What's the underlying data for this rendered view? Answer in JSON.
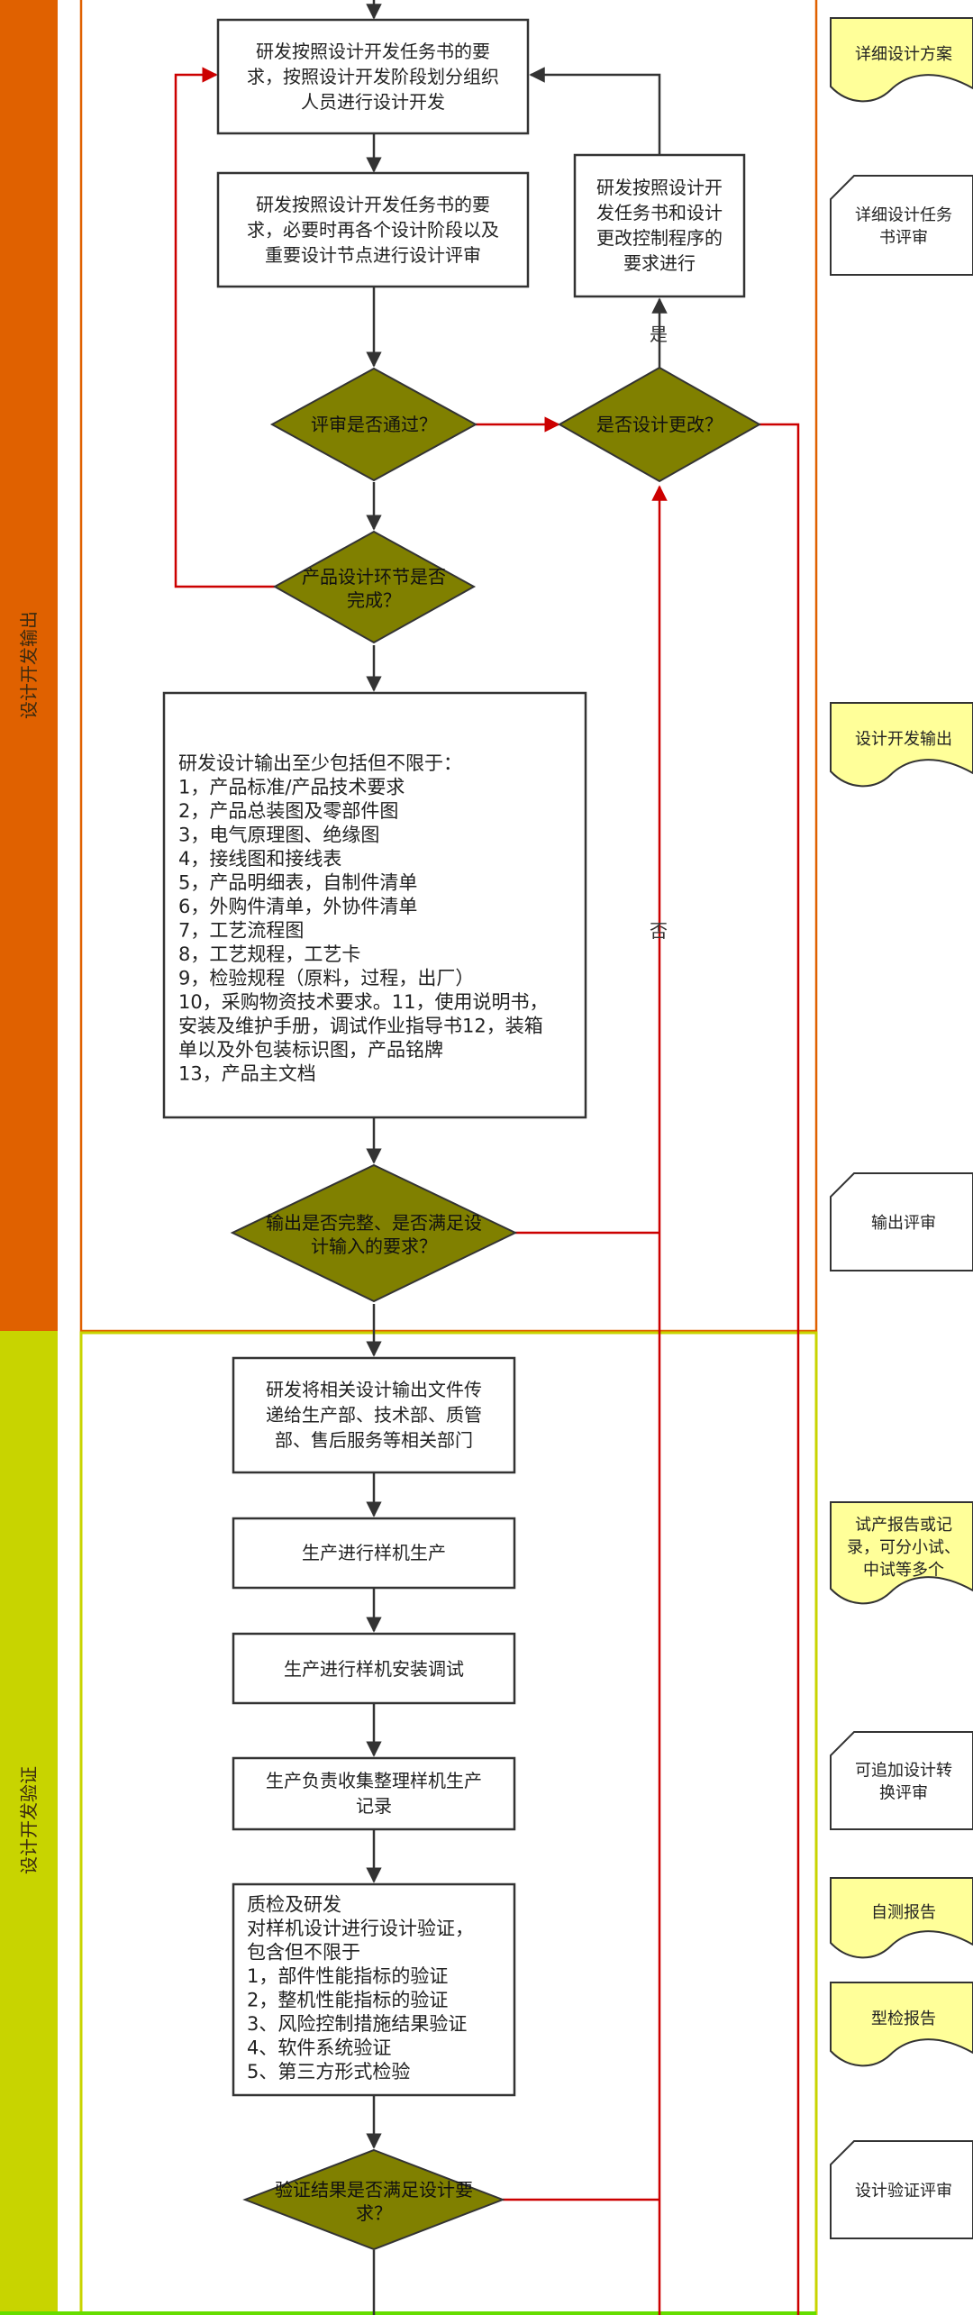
{
  "lanes": {
    "output": "设计开发输出",
    "verify": "设计开发验证"
  },
  "colors": {
    "lane_output": "#e06100",
    "lane_verify": "#c8d400",
    "decision": "#808000",
    "doc_yellow": "#ffff99",
    "flow_red": "#cc0000"
  },
  "steps": {
    "s1": [
      "研发按照设计开发任务书的要",
      "求，按照设计开发阶段划分组织",
      "人员进行设计开发"
    ],
    "s2": [
      "研发按照设计开发任务书的要",
      "求，必要时再各个设计阶段以及",
      "重要设计节点进行设计评审"
    ],
    "s3": [
      "研发按照设计开",
      "发任务书和设计",
      "更改控制程序的",
      "要求进行"
    ],
    "output_list": [
      "研发设计输出至少包括但不限于：",
      "1，产品标准/产品技术要求",
      "2，产品总装图及零部件图",
      "3，电气原理图、绝缘图",
      "4，接线图和接线表",
      "5，产品明细表，自制件清单",
      "6，外购件清单，外协件清单",
      "7，工艺流程图",
      "8，工艺规程，工艺卡",
      "9，检验规程（原料，过程，出厂）",
      "10，采购物资技术要求。11，使用说明书，",
      "安装及维护手册，调试作业指导书12，装箱",
      "单以及外包装标识图，产品铭牌",
      "13，产品主文档"
    ],
    "s5": [
      "研发将相关设计输出文件传",
      "递给生产部、技术部、质管",
      "部、售后服务等相关部门"
    ],
    "s6": [
      "生产进行样机生产"
    ],
    "s7": [
      "生产进行样机安装调试"
    ],
    "s8": [
      "生产负责收集整理样机生产",
      "记录"
    ],
    "s9": [
      "质检及研发",
      "对样机设计进行设计验证，",
      "包含但不限于",
      "1，部件性能指标的验证",
      "2，整机性能指标的验证",
      "3、风险控制措施结果验证",
      "4、软件系统验证",
      "5、第三方形式检验"
    ]
  },
  "decisions": {
    "d1": [
      "评审是否通过？"
    ],
    "d2": [
      "是否设计更改？"
    ],
    "d3": [
      "产品设计环节是否",
      "完成？"
    ],
    "d4": [
      "输出是否完整、是否满足设",
      "计输入的要求？"
    ],
    "d5": [
      "验证结果是否满足设计要",
      "求？"
    ]
  },
  "labels": {
    "yes": "是",
    "no": "否"
  },
  "docs": [
    {
      "lines": [
        "详细设计方案"
      ],
      "style": "yellow"
    },
    {
      "lines": [
        "详细设计任务",
        "书评审"
      ],
      "style": "white"
    },
    {
      "lines": [
        "设计开发输出"
      ],
      "style": "yellow"
    },
    {
      "lines": [
        "输出评审"
      ],
      "style": "white"
    },
    {
      "lines": [
        "试产报告或记",
        "录，可分小试、",
        "中试等多个"
      ],
      "style": "yellow"
    },
    {
      "lines": [
        "可追加设计转",
        "换评审"
      ],
      "style": "white"
    },
    {
      "lines": [
        "自测报告"
      ],
      "style": "yellow"
    },
    {
      "lines": [
        "型检报告"
      ],
      "style": "yellow"
    },
    {
      "lines": [
        "设计验证评审"
      ],
      "style": "white"
    }
  ]
}
